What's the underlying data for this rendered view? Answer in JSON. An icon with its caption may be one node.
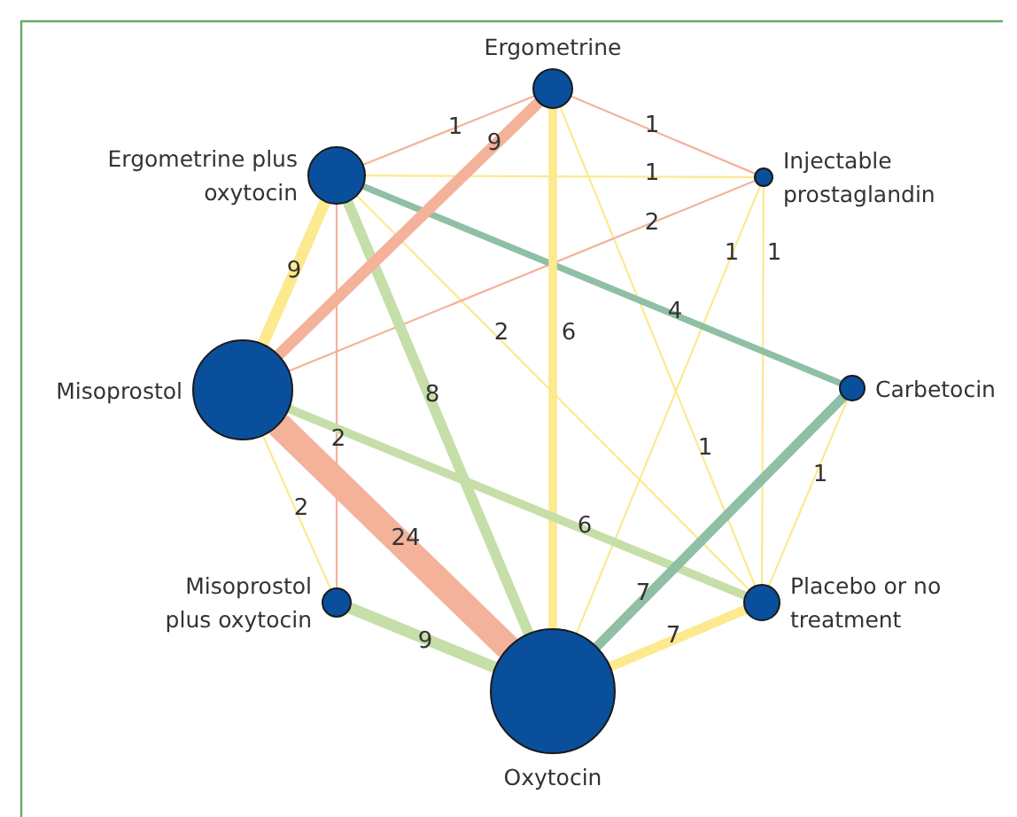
{
  "diagram": {
    "nodes": [
      {
        "text": [
          "Ergometrine"
        ]
      },
      {
        "text": [
          "Ergometrine plus oxytocin"
        ]
      },
      {
        "text": [
          "Injectable prostaglandin"
        ]
      },
      {
        "text": [
          "Misoprostol"
        ]
      },
      {
        "text": [
          "Carbetocin"
        ]
      },
      {
        "text": [
          "Misoprostol plus oxytocin"
        ]
      },
      {
        "text": [
          "Placebo or no treatment"
        ]
      },
      {
        "text": [
          "Oxytocin"
        ]
      }
    ],
    "edges": [
      {
        "from": 0,
        "to": 1,
        "arrow": "none",
        "label": "1",
        "color": "#f4b29b"
      },
      {
        "from": 0,
        "to": 2,
        "arrow": "none",
        "label": "1",
        "color": "#f4b29b"
      },
      {
        "from": 0,
        "to": 3,
        "arrow": "none",
        "label": "9",
        "style": "thick",
        "color": "#f4b29b"
      },
      {
        "from": 0,
        "to": 7,
        "arrow": "none",
        "label": "6",
        "style": "thick"
      },
      {
        "from": 0,
        "to": 6,
        "arrow": "none",
        "label": "1"
      },
      {
        "from": 1,
        "to": 2,
        "arrow": "none",
        "label": "1"
      },
      {
        "from": 1,
        "to": 4,
        "arrow": "none",
        "label": "4",
        "style": "thick",
        "color": "#8fbfa5"
      },
      {
        "from": 1,
        "to": 3,
        "arrow": "none",
        "label": "9",
        "style": "thick"
      },
      {
        "from": 1,
        "to": 5,
        "arrow": "none",
        "label": "2",
        "color": "#f4b29b"
      },
      {
        "from": 1,
        "to": 7,
        "arrow": "none",
        "label": "8",
        "style": "thick",
        "color": "#c6dea8"
      },
      {
        "from": 1,
        "to": 6,
        "arrow": "none",
        "label": "2"
      },
      {
        "from": 2,
        "to": 3,
        "arrow": "none",
        "label": "2",
        "color": "#f4b29b"
      },
      {
        "from": 2,
        "to": 7,
        "arrow": "none",
        "label": "1"
      },
      {
        "from": 2,
        "to": 6,
        "arrow": "none",
        "label": "1"
      },
      {
        "from": 4,
        "to": 7,
        "arrow": "none",
        "label": "7",
        "style": "thick",
        "color": "#8fbfa5"
      },
      {
        "from": 4,
        "to": 6,
        "arrow": "none",
        "label": "1"
      },
      {
        "from": 3,
        "to": 5,
        "arrow": "none",
        "label": "2"
      },
      {
        "from": 3,
        "to": 7,
        "arrow": "none",
        "label": "24",
        "style": "thick",
        "color": "#f4b29b"
      },
      {
        "from": 3,
        "to": 6,
        "arrow": "none",
        "label": "6",
        "style": "thick",
        "color": "#c6dea8"
      },
      {
        "from": 5,
        "to": 7,
        "arrow": "none",
        "label": "9",
        "style": "thick",
        "color": "#c6dea8"
      },
      {
        "from": 6,
        "to": 7,
        "arrow": "none",
        "label": "7",
        "style": "thick"
      }
    ]
  }
}
